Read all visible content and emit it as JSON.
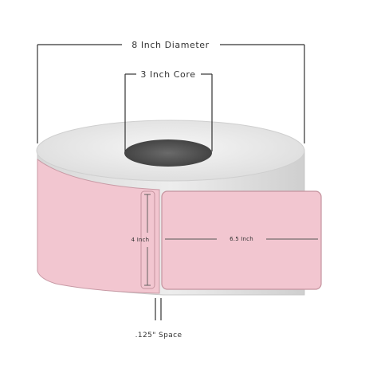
{
  "diagram": {
    "diameter_label": "8 Inch Diameter",
    "core_label": "3 Inch Core",
    "height_label": "4 Inch",
    "width_label": "6.5 Inch",
    "space_label": ".125\" Space"
  },
  "colors": {
    "label_fill": "#f2c6d0",
    "label_edge": "#c89aa5",
    "roll_top": "#ececec",
    "roll_side": "#e3e3e3",
    "core_hole": "#595959",
    "dimension_line": "#333333"
  }
}
